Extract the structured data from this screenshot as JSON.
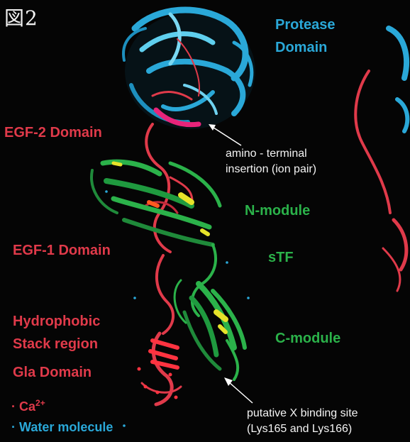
{
  "figure_label": "図2",
  "labels": {
    "protease_line1": "Protease",
    "protease_line2": "Domain",
    "egf2": "EGF-2 Domain",
    "amino_line1": "amino - terminal",
    "amino_line2": "insertion (ion pair)",
    "n_module": "N-module",
    "egf1": "EGF-1 Domain",
    "stf": "sTF",
    "hydro_line1": "Hydrophobic",
    "hydro_line2": "Stack region",
    "c_module": "C-module",
    "gla": "Gla Domain",
    "ca_legend": "· Ca",
    "ca_sup": "2+",
    "water_legend": "· Water molecule",
    "putative_line1": "putative X binding site",
    "putative_line2": "(Lys165 and Lys166)"
  },
  "colors": {
    "background": "#050505",
    "protease": "#2aa8d8",
    "factor_red": "#e03a4a",
    "tissue_factor_green": "#2bb24a",
    "highlight_yellow": "#e6e22a",
    "highlight_magenta": "#e8247a"
  }
}
